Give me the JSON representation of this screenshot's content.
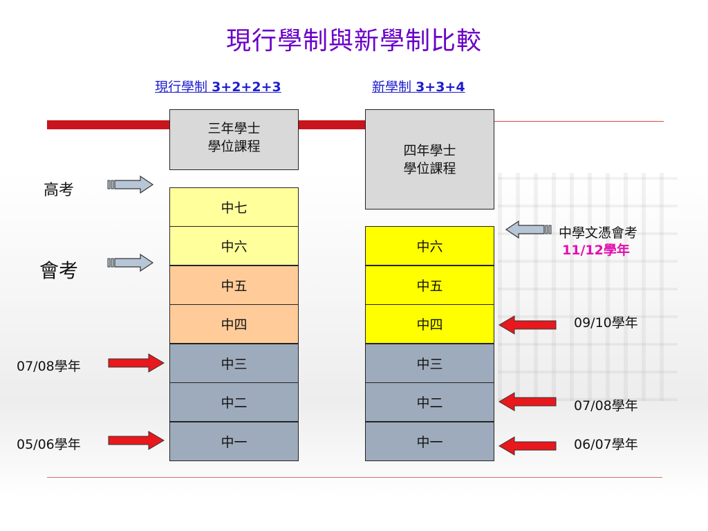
{
  "title": "現行學制與新學制比較",
  "current_system": {
    "header_text": "現行學制",
    "header_formula": "3+2+2+3",
    "degree_line1": "三年學士",
    "degree_line2": "學位課程",
    "grades": [
      "中七",
      "中六",
      "中五",
      "中四",
      "中三",
      "中二",
      "中一"
    ]
  },
  "new_system": {
    "header_text": "新學制",
    "header_formula": "3+3+4",
    "degree_line1": "四年學士",
    "degree_line2": "學位課程",
    "grades": [
      "中六",
      "中五",
      "中四",
      "中三",
      "中二",
      "中一"
    ]
  },
  "left_labels": {
    "al_exam": "高考",
    "ce_exam": "會考",
    "year_s3": "07/08學年",
    "year_s1": "05/06學年"
  },
  "right_labels": {
    "dse_line1": "中學文憑會考",
    "dse_line2": "11/12學年",
    "year_s4": "09/10學年",
    "year_s2": "07/08學年",
    "year_s1": "06/07學年"
  },
  "colors": {
    "title": "#6a00c8",
    "header": "#1c1ccd",
    "red_bar": "#c8141c",
    "university": "#d9d9d9",
    "sixth_form_current": "#ffff9c",
    "senior_new": "#ffff00",
    "senior_current": "#ffcc99",
    "junior": "#9eabbc",
    "red_arrow": "#e8181c",
    "grey_arrow": "#b7c6d6",
    "highlight_year": "#e010b0"
  }
}
